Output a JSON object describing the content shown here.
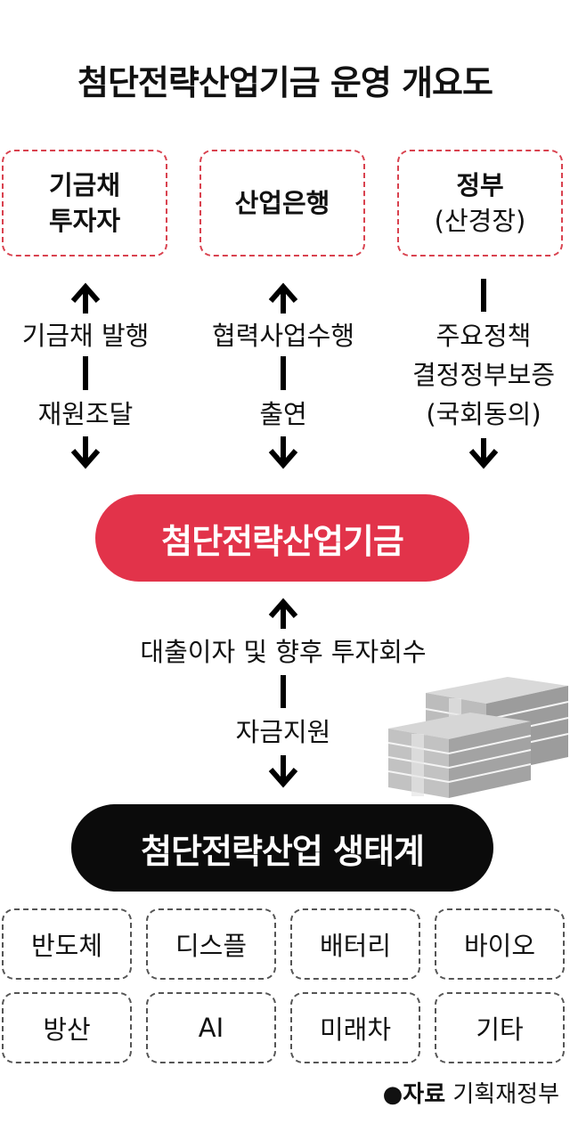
{
  "title": "첨단전략산업기금 운영 개요도",
  "top_boxes": [
    {
      "line1": "기금채",
      "line2": "투자자"
    },
    {
      "line1": "산업은행"
    },
    {
      "line1": "정부",
      "line2": "(산경장)"
    }
  ],
  "flows": {
    "left": {
      "upper": "기금채 발행",
      "lower": "재원조달"
    },
    "middle": {
      "upper": "협력사업수행",
      "lower": "출연"
    },
    "right": {
      "line1": "주요정책",
      "line2": "결정정부보증",
      "line3": "(국회동의)"
    }
  },
  "fund_label": "첨단전략산업기금",
  "lower_flow": {
    "upper": "대출이자 및 향후 투자회수",
    "lower": "자금지원"
  },
  "ecosystem_label": "첨단전략산업 생태계",
  "categories": [
    "반도체",
    "디스플",
    "배터리",
    "바이오",
    "방산",
    "AI",
    "미래차",
    "기타"
  ],
  "source": {
    "bullet": "●",
    "label": "자료",
    "name": "기획재정부"
  },
  "colors": {
    "accent": "#e2334a",
    "dark": "#0b0b0b"
  }
}
